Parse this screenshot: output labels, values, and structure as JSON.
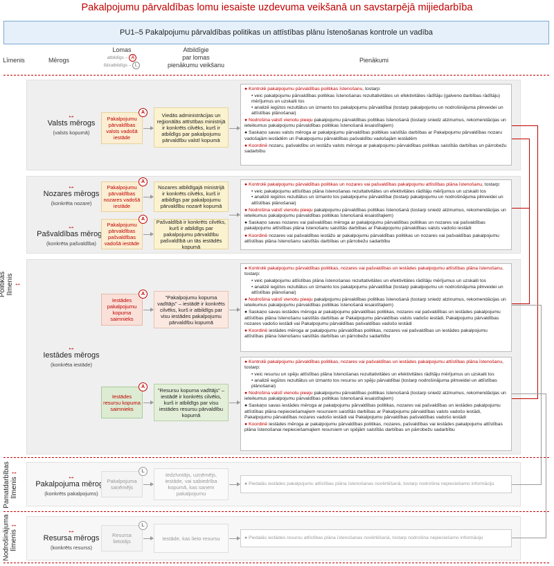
{
  "title": "Pakalpojumu pārvaldības lomu iesaiste uzdevuma veikšanā un savstarpējā mijiedarbība",
  "banner": "PU1–5   Pakalpojumu pārvaldības politikas un attīstības plānu īstenošanas kontrole un vadība",
  "columns": {
    "level": "Līmenis",
    "scope": "Mērogs",
    "roles": "Lomas",
    "roles_a": "atbildīgs –",
    "roles_l": "līdzatbildīgs –",
    "resp": "Atbildīgie\npar lomas\npienākumu veikšanu",
    "duties": "Pienākumi"
  },
  "badges": {
    "a": "A",
    "l": "L"
  },
  "levels": {
    "policy": "Politikas\nlīmenis",
    "core": "Pamatdarbības\nlīmenis",
    "supply": "Nodrošinājuma\nlīmenis"
  },
  "arrow_glyph": "↔",
  "vert_glyph": "↕",
  "scopes": {
    "state": {
      "name": "Valsts mērogs",
      "sub": "(valsts kopumā)"
    },
    "sector": {
      "name": "Nozares mērogs",
      "sub": "(konkrēta nozare)"
    },
    "muni": {
      "name": "Pašvaldības mērogs",
      "sub": "(konkrēta pašvaldība)"
    },
    "inst": {
      "name": "Iestādes mērogs",
      "sub": "(konkrēta iestāde)"
    },
    "service": {
      "name": "Pakalpojuma mērogs",
      "sub": "(konkrēts pakalpojums)"
    },
    "resource": {
      "name": "Resursa mērogs",
      "sub": "(konkrēts resurss)"
    }
  },
  "roles": {
    "state": "Pakalpojumu pārvaldības valsts vadošā iestāde",
    "sector": "Pakalpojumu pārvaldības nozares vadošā iestāde",
    "muni": "Pakalpojumu pārvaldības pašvaldības vadošā iestāde",
    "inst_a": "Iestādes pakalpojumu kopuma saimnieks",
    "inst_b": "Iestādes resursu kopuma saimnieks",
    "service": "Pakalpojuma saņēmējs",
    "resource": "Resursa lietotājs"
  },
  "resp": {
    "state": "Viedās administrācijas un reģionālās attīstības ministrijā ir konkrēts cilvēks, kurš ir atbildīgs par pakalpojumu pārvaldību valstī kopumā",
    "sector": "Nozares atbildīgajā ministrijā ir konkrēts cilvēks, kurš ir atbildīgs par pakalpojumu pārvaldību nozarē kopumā",
    "muni": "Pašvaldībā ir konkrēts cilvēks, kurš ir atbildīgs par pakalpojumu pārvaldību pašvaldībā un tās iestādēs kopumā",
    "inst_a": "\"Pakalpojumu kopuma vadītājs\" – iestādē ir konkrēts cilvēks, kurš ir atbildīgs par visu iestādes pakalpojumu pārvaldību kopumā",
    "inst_b": "\"Resursu kopuma vadītājs\" – iestādē ir konkrēts cilvēks, kurš ir atbildīgs par visu iestādes resursu pārvaldību kopumā",
    "service": "Iedzīvotājs, uzņēmējs, iestāde, vai sabiedrība kopumā, kas saņem pakalpojumu",
    "resource": "Iestāde, kas lieto resursu"
  },
  "duties": {
    "state": {
      "p1a": "● Kontrolē pakalpojumu pārvaldības politikas īstenošanu,",
      "p1b": " tostarp:",
      "li1": "veic pakalpojumu pārvaldības politikas īstenošanas rezultativitātes un efektivitātes rādītāju (galveno darbības rādītāju) mērījumus un uzskaiti tos",
      "li2": "analizē iegūtos rezultātus un izmanto tos pakalpojumu pārvaldībai (tostarp pakalpojumu un nodrošinājuma pilnveidei un attīstības plānošanai)",
      "p2a": "● Nodrošina valstī vienotu pieeju",
      "p2b": " pakalpojumu pārvaldības politikas īstenošanā (tostarp sniedz atzinumus, rekomendācijas un ieteikumus pakalpojumu pārvaldības politikas īstenošanā iesaistītajiem)",
      "p3": "● Saskaņo savas valsts mēroga ar pakalpojumu pārvaldības politikas saistītās darbības ar Pakalpojumu pārvaldības nozaru vadošajām iestādēm un Pakalpojumu pārvaldības pašvaldību vadošajām iestādēm",
      "p4a": "● Koordinē",
      "p4b": " nozaru, pašvaldību un iestāžu valsts mēroga ar pakalpojumu pārvaldības politikas saistītās darbības un pārrobežu sadarbību"
    },
    "sector": {
      "p1a": "● Kontrolē pakalpojumu pārvaldības politikas un nozares vai pašvaldības pakalpojumu attīstības plāna īstenošanu,",
      "p1b": " tostarp:",
      "li1": "veic pakalpojumu attīstības plāna īstenošanas rezultativitātes un efektivitātes rādītāju mērījumus un uzskaiti tos",
      "li2": "analizē iegūtos rezultātus un izmanto tos pakalpojumu pārvaldībai (tostarp pakalpojumu un nodrošinājuma pilnveidei un attīstības plānošanai)",
      "p2a": "● Nodrošina valstī vienotu pieeju",
      "p2b": " pakalpojumu pārvaldības politikas īstenošanā (tostarp sniedz atzinumus, rekomendācijas un ieteikumus pakalpojumu pārvaldības politikas īstenošanā iesaistītajiem)",
      "p3": "● Saskaņo savas nozares vai pašvaldības mēroga ar pakalpojumu pārvaldības politikas un nozares vai pašvaldības pakalpojumu attīstības plāna īstenošanu saistītās darbības ar Pakalpojumu pārvaldības valsts vadošo iestādi",
      "p4a": "● Koordinē",
      "p4b": " nozares vai pašvaldības iestāžu ar pakalpojumu pārvaldības politikas un nozares vai pašvaldības pakalpojumu attīstības plāna īstenošanu saistītās darbības un pārrobežu sadarbību"
    },
    "inst_a": {
      "p1a": "● Kontrolē pakalpojumu pārvaldības politikas, nozares vai pašvaldības un iestādes pakalpojumu attīstības plāna īstenošanu,",
      "p1b": " tostarp:",
      "li1": "veic pakalpojumu attīstības plāna īstenošanas rezultativitātes un efektivitātes rādītāju mērījumus un uzskaiti tos",
      "li2": "analizē iegūtos rezultātus un izmanto tos pakalpojumu pārvaldībai (tostarp pakalpojumu un nodrošinājuma pilnveidei un attīstības plānošanai)",
      "p2a": "● Nodrošina valstī vienotu pieeju",
      "p2b": " pakalpojumu pārvaldības politikas īstenošanā (tostarp sniedz atzinumus, rekomendācijas un ieteikumus pakalpojumu pārvaldības politikas īstenošanā iesaistītajiem)",
      "p3": "● Saskaņo savas iestādes mēroga ar pakalpojumu pārvaldības politikas, nozares vai pašvaldības un iestādes pakalpojumu attīstības plāna īstenošanu saistītās darbības ar Pakalpojumu pārvaldības valsts vadošo iestādi, Pakalpojumu pārvaldības nozares vadošo iestādi vai Pakalpojumu pārvaldības pašvaldības vadošo iestādi",
      "p4a": "● Koordinē",
      "p4b": " iestādes mēroga ar pakalpojumu pārvaldības politikas, nozares vai pašvaldības un iestādes pakalpojumu attīstības plāna īstenošanu saistītās darbības un pārrobežu sadarbību"
    },
    "inst_b": {
      "p1a": "● Kontrolē pakalpojumu pārvaldības politikas, nozares vai pašvaldības un iestādes pakalpojumu attīstības plāna īstenošanu,",
      "p1b": " tostarp:",
      "li1": "veic resursu un spēju attīstības plāna īstenošanas rezultativitātes un efektivitātes rādītāju mērījumus un uzskaiti tos",
      "li2": "analizē iegūtos rezultātus un izmanto tos resursu un spēju pārvaldībai (tostarp nodrošinājuma pilnveidei un attīstības plānošanai)",
      "p2a": "● Nodrošina valstī vienotu pieeju",
      "p2b": " pakalpojumu pārvaldības politikas īstenošanā (tostarp sniedz atzinumus, rekomendācijas un ieteikumus pakalpojumu pārvaldības politikas īstenošanā iesaistītajiem)",
      "p3": "● Saskaņo savas iestādes mēroga ar pakalpojumu pārvaldības politikas, nozares vai pašvaldības un iestādes pakalpojumu attīstības plāna nepieciešamajiem resursiem saistītās darbības ar Pakalpojumu pārvaldības valsts vadošo iestādi, Pakalpojumu pārvaldības nozares vadošo iestādi vai Pakalpojumu pārvaldības pašvaldības vadošo iestādi",
      "p4a": "● Koordinē",
      "p4b": " iestādes mēroga ar pakalpojumu pārvaldības politikas, nozares, pašvaldības vai iestādes pakalpojumu attīstības plāna īstenošanai nepieciešamajiem resursiem un spējām saistītās darbības un pārrobežu sadarbību"
    },
    "service": "● Piedalās iestādes pakalpojumu attīstības plāna īstenošanas novērtēšanā, tostarp nodrošina nepieciešamo informāciju",
    "resource": "● Piedalās iestādes resursu attīstības plāna īstenošanas novērtēšanā, tostarp nodrošina nepieciešamo informāciju"
  }
}
